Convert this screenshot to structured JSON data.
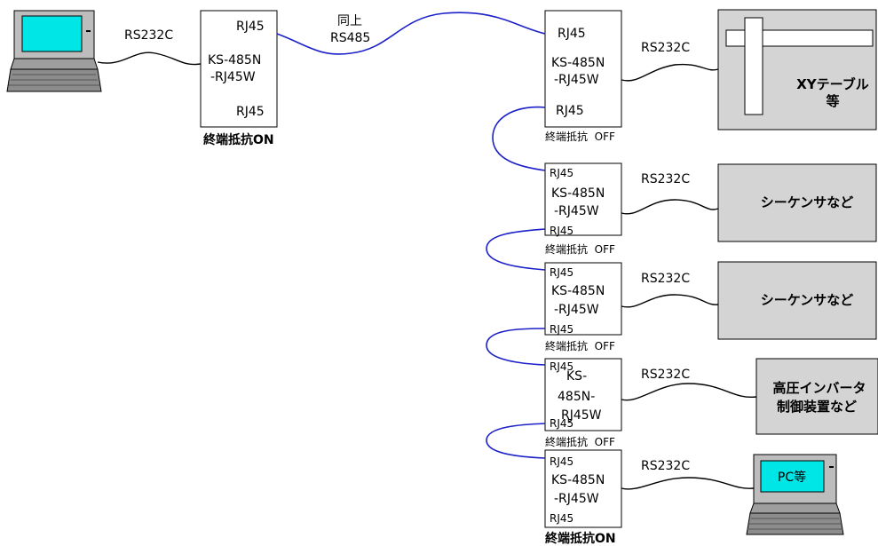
{
  "rs232c": "RS232C",
  "rj45": "RJ45",
  "ks485_a": "KS-485N",
  "ks485_b": "-RJ45W",
  "ks485_split": [
    "KS-",
    "485N-",
    "RJ45W"
  ],
  "same_above": "同上",
  "rs485": "RS485",
  "term_on": "終端抵抗ON",
  "term_off": "終端抵抗  OFF",
  "devices": {
    "xy_table": [
      "XYテーブル",
      "等"
    ],
    "sequencer": "シーケンサなど",
    "inverter": [
      "高圧インバータ",
      "制御装置など"
    ],
    "pc": "PC等"
  },
  "colors": {
    "rs485_cable": "#1c20c8",
    "screen": "#00e5e5",
    "device_fill": "#d4d4d4"
  }
}
